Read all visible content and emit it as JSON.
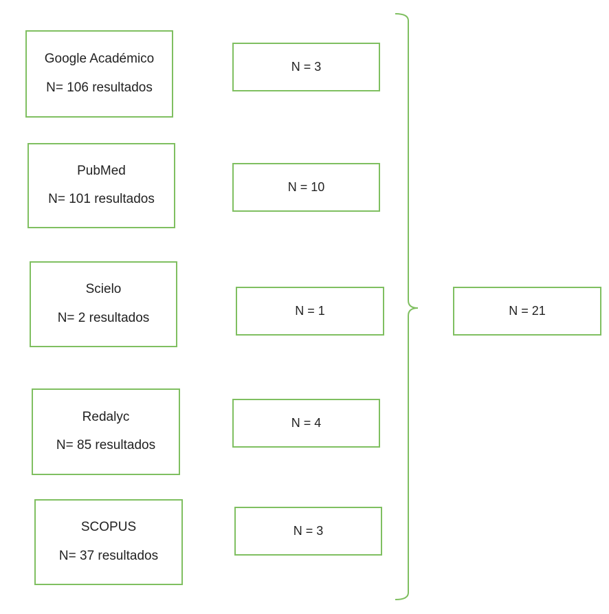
{
  "sources": [
    {
      "name": "Google Académico",
      "results": "N= 106 resultados"
    },
    {
      "name": "PubMed",
      "results": "N= 101 resultados"
    },
    {
      "name": "Scielo",
      "results": "N= 2 resultados"
    },
    {
      "name": "Redalyc",
      "results": "N= 85 resultados"
    },
    {
      "name": "SCOPUS",
      "results": "N= 37 resultados"
    }
  ],
  "selected": [
    "N = 3",
    "N = 10",
    "N = 1",
    "N = 4",
    "N = 3"
  ],
  "total": "N = 21",
  "colors": {
    "border": "#7fbf60",
    "text": "#222222"
  }
}
